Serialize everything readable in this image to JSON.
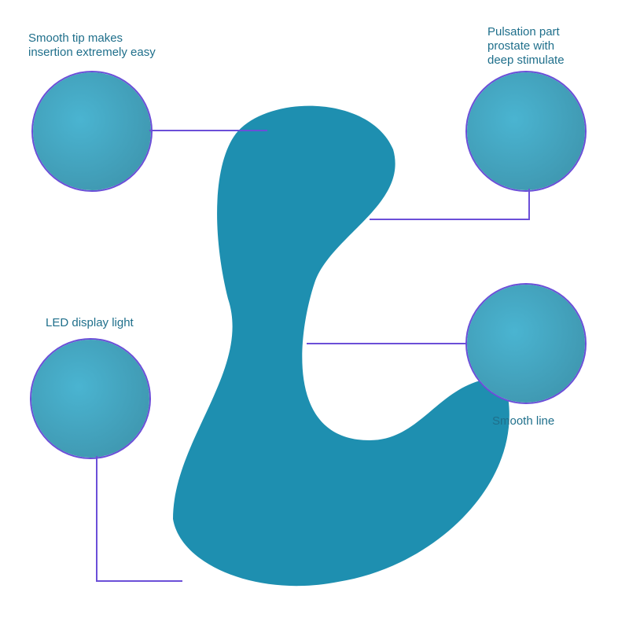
{
  "callouts": [
    {
      "id": "tip",
      "label": "Smooth tip makes\ninsertion extremely easy"
    },
    {
      "id": "pulse",
      "label": "Pulsation part\nprostate with\ndeep stimulate"
    },
    {
      "id": "led",
      "label": "LED display light"
    },
    {
      "id": "line",
      "label": "Smooth line"
    }
  ],
  "colors": {
    "product": "#1e8fb0",
    "accent": "#6b4fd8",
    "text": "#1f6f8b"
  }
}
